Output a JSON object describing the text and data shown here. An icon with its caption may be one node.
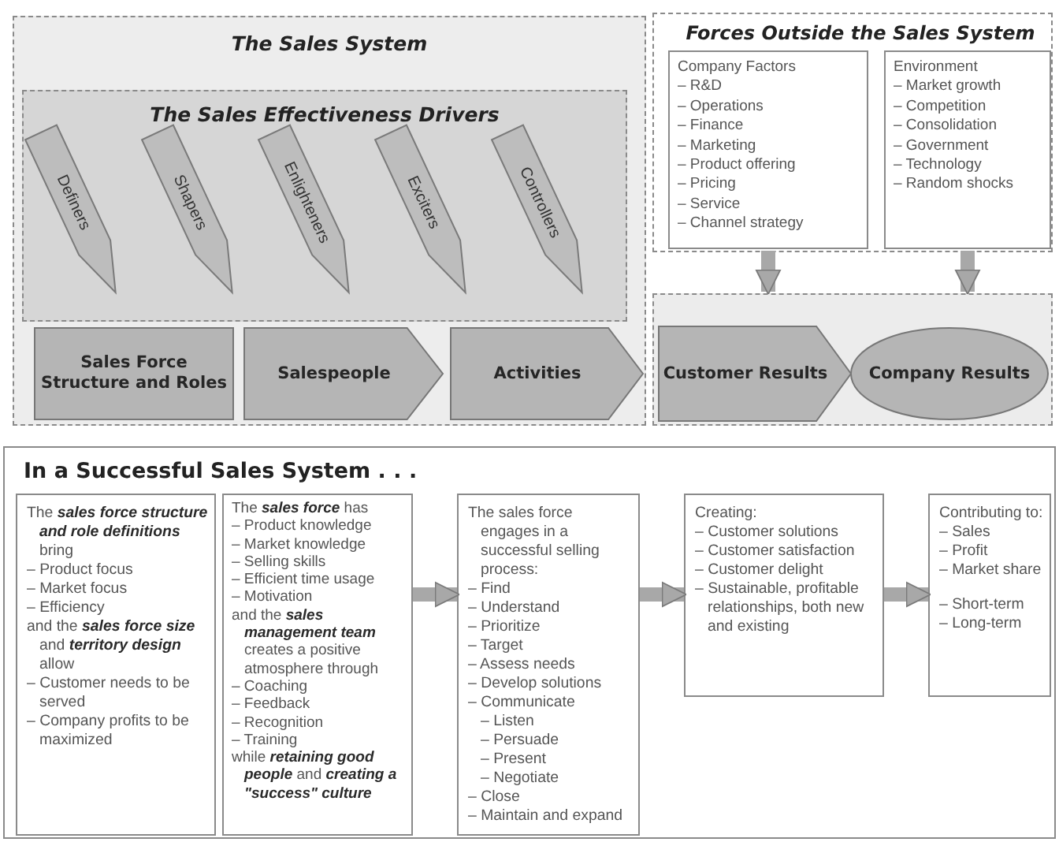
{
  "diagram": {
    "nodes": [
      {
        "text": [
          "The Sales System"
        ]
      },
      {
        "text": [
          "The Sales Effectiveness Drivers"
        ],
        "in": 0
      },
      {
        "text": [
          "Definers"
        ],
        "in": 1
      },
      {
        "text": [
          "Shapers"
        ],
        "in": 1
      },
      {
        "text": [
          "Enlighteners"
        ],
        "in": 1
      },
      {
        "text": [
          "Exciters"
        ],
        "in": 1
      },
      {
        "text": [
          "Controllers"
        ],
        "in": 1
      },
      {
        "text": [
          "Sales Force Structure and Roles"
        ],
        "in": 0
      },
      {
        "text": [
          "Salespeople"
        ],
        "in": 0
      },
      {
        "text": [
          "Activities"
        ],
        "in": 0
      },
      {
        "text": [
          "Forces Outside the Sales System"
        ]
      },
      {
        "text": [
          "Company Factors",
          "– R&D",
          "– Operations",
          "– Finance",
          "– Marketing",
          "– Product offering",
          "– Pricing",
          "– Service",
          "– Channel strategy"
        ],
        "in": 10
      },
      {
        "text": [
          "Environment",
          "– Market growth",
          "– Competition",
          "– Consolidation",
          "– Government",
          "– Technology",
          "– Random shocks"
        ],
        "in": 10
      },
      {
        "text": [],
        "shape": "box"
      },
      {
        "text": [
          "Customer Results"
        ],
        "in": 13
      },
      {
        "text": [
          "Company Results"
        ],
        "in": 13
      },
      {
        "text": [
          "In a Successful Sales System . . ."
        ]
      },
      {
        "text": [
          "The **sales force structure and role definitions** bring",
          "– Product focus",
          "– Market focus",
          "– Efficiency",
          "and the **sales force size** and **territory design** allow",
          "– Customer needs to be served",
          "– Company profits to be maximized"
        ],
        "in": 16
      },
      {
        "text": [
          "The **sales force** has",
          "– Product knowledge",
          "– Market knowledge",
          "– Selling skills",
          "– Efficient time usage",
          "– Motivation",
          "and the **sales management team** creates a positive atmosphere through",
          "– Coaching",
          "– Feedback",
          "– Recognition",
          "– Training",
          "while **retaining good people** and **creating a \"success\" culture**"
        ],
        "in": 16
      },
      {
        "text": [
          "The sales force engages in a successful selling process:",
          "– Find",
          "– Understand",
          "– Prioritize",
          "– Target",
          "– Assess needs",
          "– Develop solutions",
          "– Communicate",
          "– Listen",
          "– Persuade",
          "– Present",
          "– Negotiate",
          "– Close",
          "– Maintain and expand"
        ],
        "in": 16
      },
      {
        "text": [
          "Creating:",
          "– Customer solutions",
          "– Customer satisfaction",
          "– Customer delight",
          "– Sustainable, profitable relationships, both new and existing"
        ],
        "in": 16
      },
      {
        "text": [
          "Contributing to:",
          "– Sales",
          "– Profit",
          "– Market share",
          "– Short-term",
          "– Long-term"
        ],
        "in": 16
      }
    ],
    "edges": [
      {
        "from": 11,
        "to": 13,
        "arrow": "to"
      },
      {
        "from": 12,
        "to": 13,
        "arrow": "to"
      },
      {
        "from": 18,
        "to": 19,
        "arrow": "to"
      },
      {
        "from": 19,
        "to": 20,
        "arrow": "to"
      },
      {
        "from": 20,
        "to": 21,
        "arrow": "to"
      }
    ]
  }
}
